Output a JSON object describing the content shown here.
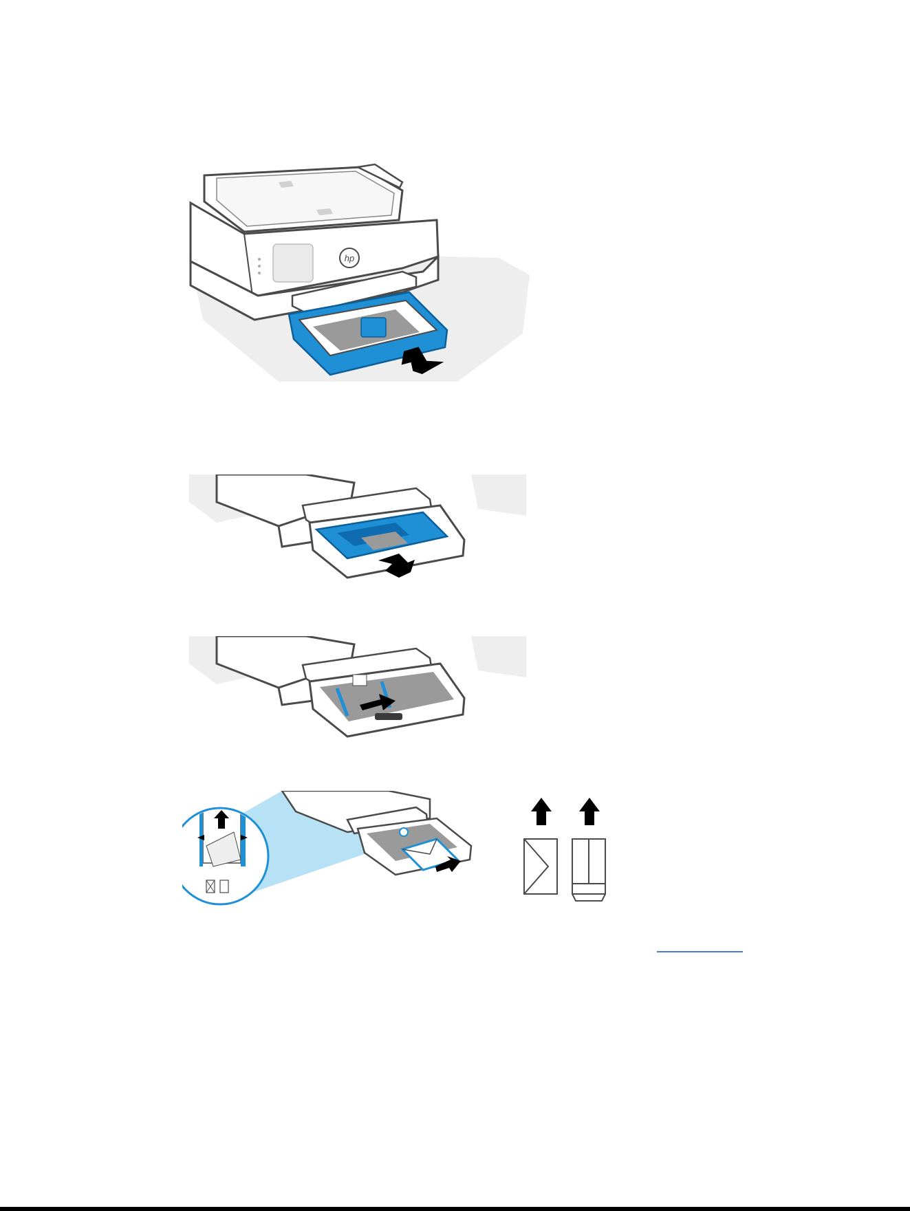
{
  "figures": [
    {
      "id": "step-1",
      "description": "pull-out-main-tray"
    },
    {
      "id": "step-2",
      "description": "press-photo-tray-in"
    },
    {
      "id": "step-3",
      "description": "slide-paper-width-guide"
    },
    {
      "id": "step-4",
      "description": "load-envelopes"
    }
  ],
  "colors": {
    "accent_blue": "#1f8fd6",
    "accent_blue_light": "#7cc8ec",
    "outline": "#4a4a4a",
    "tray_gray": "#9a9a9a",
    "shadow_gray": "#eeeeee",
    "link_underline": "#4a7bd0"
  }
}
